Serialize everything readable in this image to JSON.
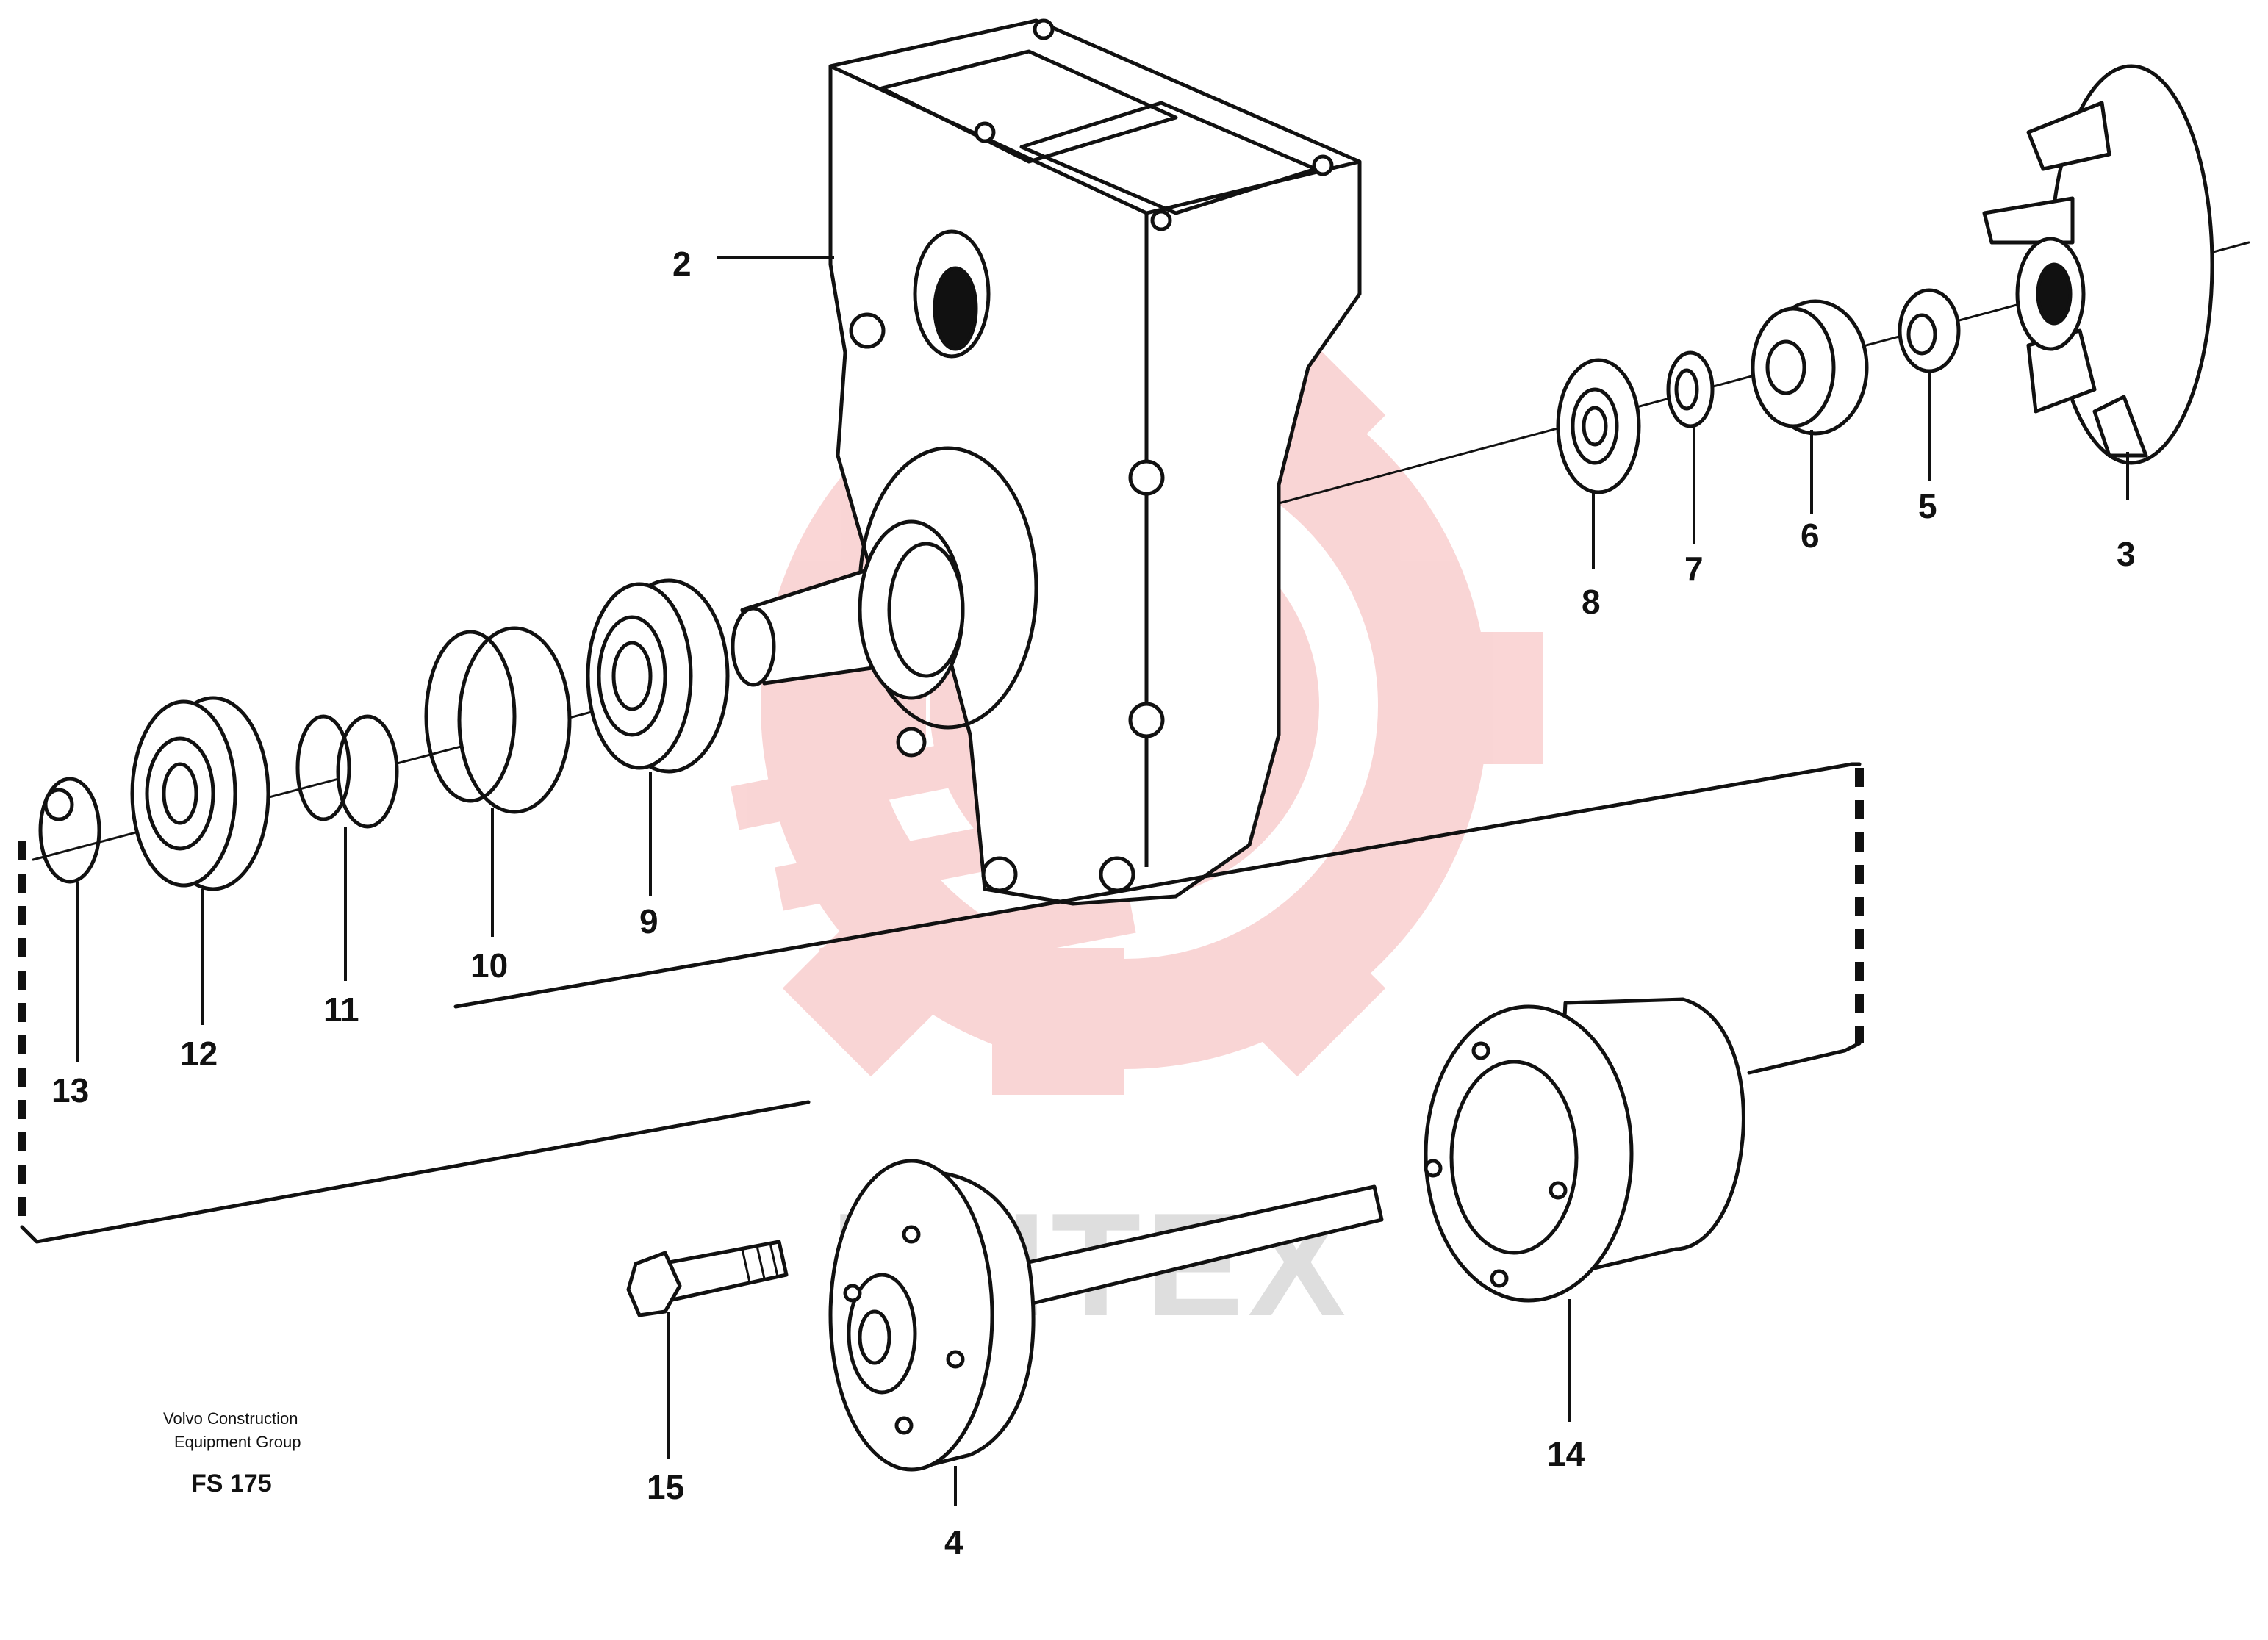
{
  "diagram": {
    "callouts": [
      {
        "id": "c2",
        "text": "2"
      },
      {
        "id": "c3",
        "text": "3"
      },
      {
        "id": "c4",
        "text": "4"
      },
      {
        "id": "c5",
        "text": "5"
      },
      {
        "id": "c6",
        "text": "6"
      },
      {
        "id": "c7",
        "text": "7"
      },
      {
        "id": "c8",
        "text": "8"
      },
      {
        "id": "c9",
        "text": "9"
      },
      {
        "id": "c10",
        "text": "10"
      },
      {
        "id": "c11",
        "text": "11"
      },
      {
        "id": "c12",
        "text": "12"
      },
      {
        "id": "c13",
        "text": "13"
      },
      {
        "id": "c14",
        "text": "14"
      },
      {
        "id": "c15",
        "text": "15"
      }
    ],
    "credit_line1": "Volvo Construction",
    "credit_line2": "Equipment Group",
    "figure_code": "FS 175",
    "watermark_text": "ИНТЕХ",
    "colors": {
      "ink": "#111111",
      "watermark_red": "#f08a8a",
      "watermark_gray": "#d4d4d4"
    }
  }
}
